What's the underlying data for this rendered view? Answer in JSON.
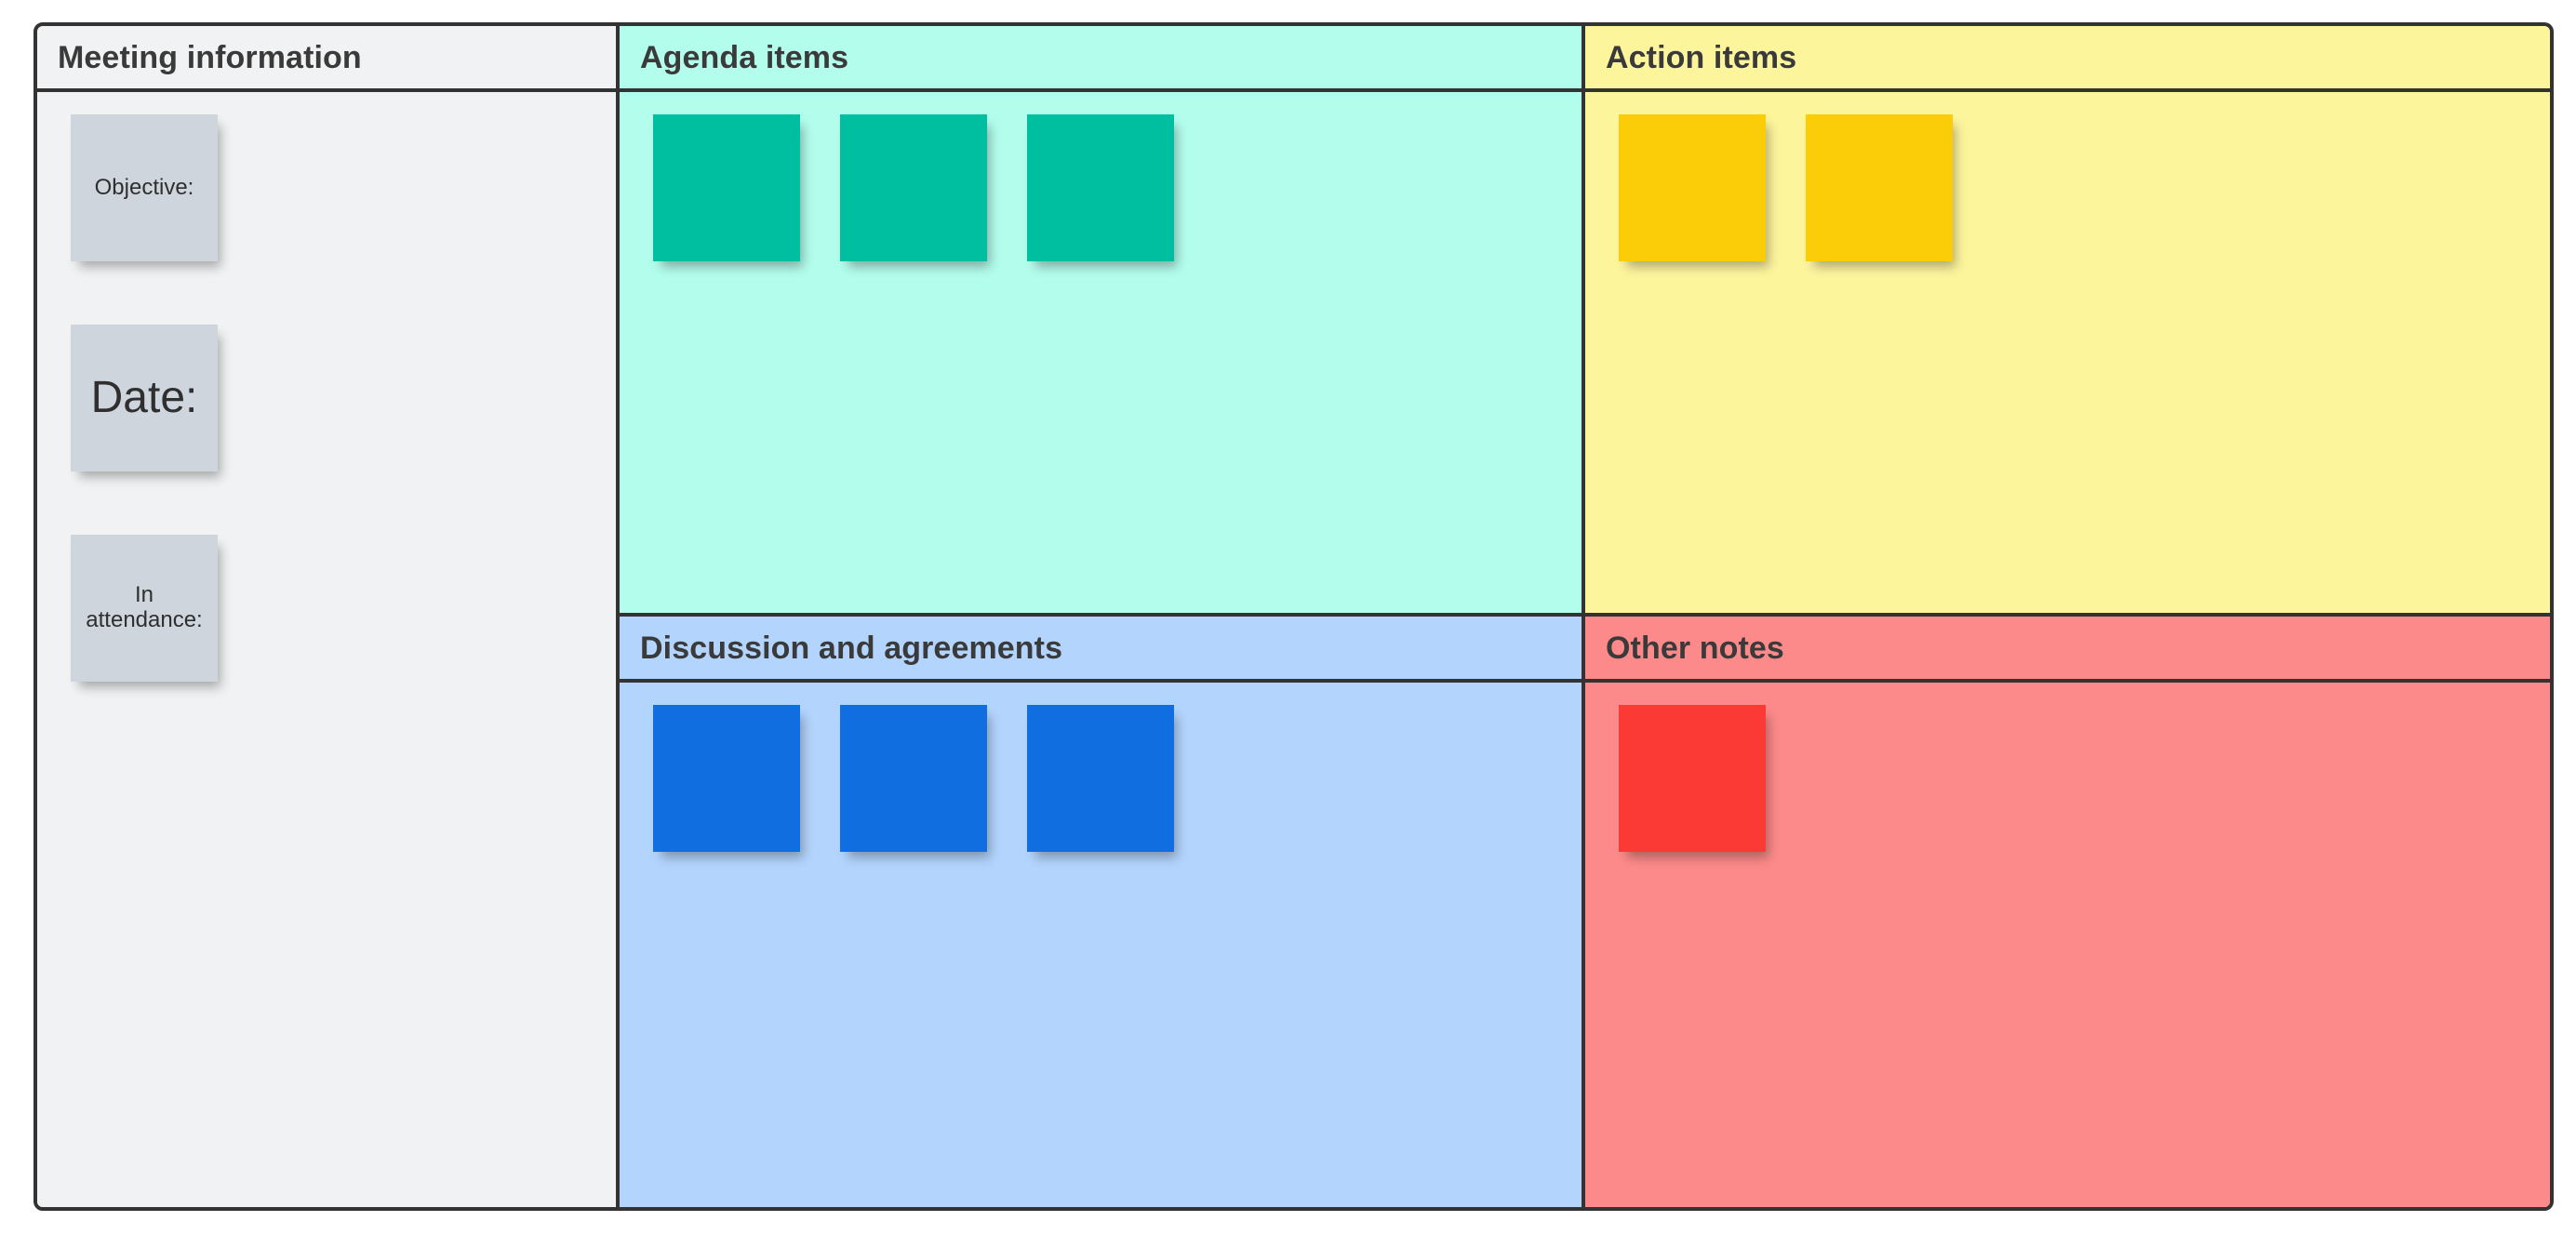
{
  "board": {
    "panels": [
      {
        "id": "meeting-information",
        "title": "Meeting information",
        "header_color": "#f1f2f3",
        "body_color": "#f1f2f3",
        "notes": [
          {
            "text": "Objective:",
            "color": "#ced5dd",
            "size": "small"
          },
          {
            "text": "Date:",
            "color": "#ced5dd",
            "size": "large"
          },
          {
            "text": "In attendance:",
            "color": "#ced5dd",
            "size": "small"
          }
        ]
      },
      {
        "id": "agenda-items",
        "title": "Agenda items",
        "header_color": "#b3fdec",
        "body_color": "#b3fdec",
        "notes": [
          {
            "text": "",
            "color": "#00bfa0",
            "size": "small"
          },
          {
            "text": "",
            "color": "#00bfa0",
            "size": "small"
          },
          {
            "text": "",
            "color": "#00bfa0",
            "size": "small"
          }
        ]
      },
      {
        "id": "action-items",
        "title": "Action items",
        "header_color": "#fdf59c",
        "body_color": "#fdf59c",
        "notes": [
          {
            "text": "",
            "color": "#fbcc08",
            "size": "small"
          },
          {
            "text": "",
            "color": "#fbcc08",
            "size": "small"
          }
        ]
      },
      {
        "id": "discussion-and-agreements",
        "title": "Discussion and agreements",
        "header_color": "#b3d4fd",
        "body_color": "#b3d4fd",
        "notes": [
          {
            "text": "",
            "color": "#116ee0",
            "size": "small"
          },
          {
            "text": "",
            "color": "#116ee0",
            "size": "small"
          },
          {
            "text": "",
            "color": "#116ee0",
            "size": "small"
          }
        ]
      },
      {
        "id": "other-notes",
        "title": "Other notes",
        "header_color": "#fc8a8a",
        "body_color": "#fc8a8a",
        "notes": [
          {
            "text": "",
            "color": "#fb3a35",
            "size": "small"
          }
        ]
      }
    ],
    "border_color": "#333333",
    "title_color": "#3a3a3a",
    "note_text_color": "#2f2f2f",
    "canvas_background": "#ffffff"
  }
}
